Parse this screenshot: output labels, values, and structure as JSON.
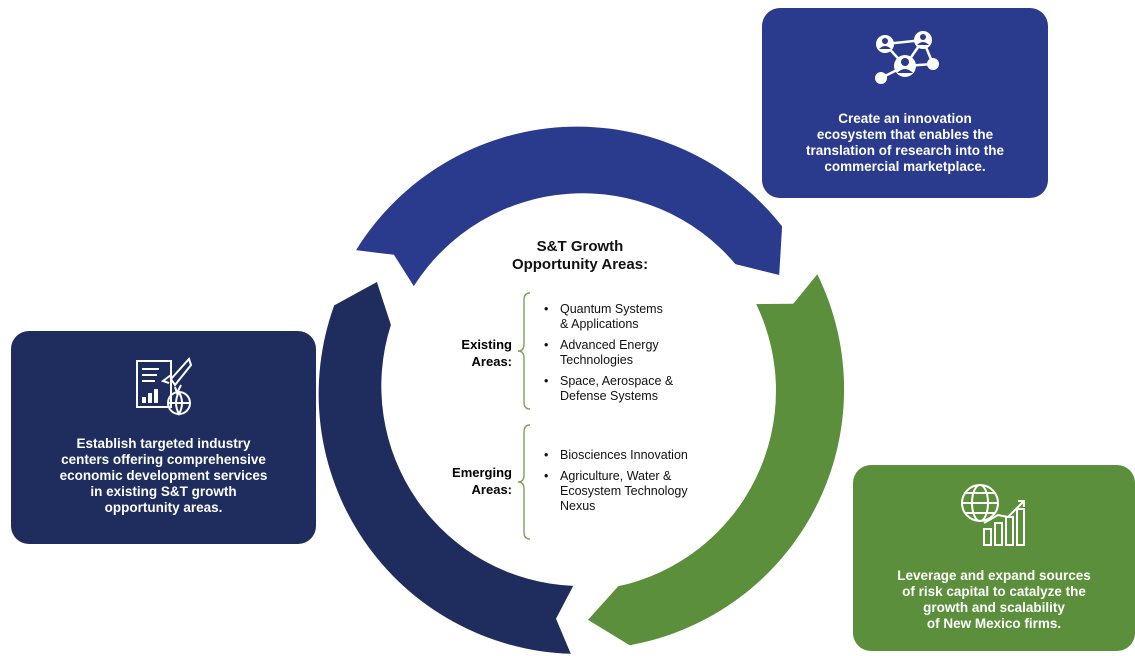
{
  "colors": {
    "navy": "#1e2c5e",
    "royal_blue": "#2a3a8c",
    "green": "#5c8f3b",
    "brace": "#7aa357"
  },
  "center": {
    "title": "S&T Growth\nOpportunity Areas:",
    "existing_label": "Existing\nAreas:",
    "existing_items": [
      "Quantum Systems\n& Applications",
      "Advanced Energy\nTechnologies",
      "Space, Aerospace &\nDefense Systems"
    ],
    "emerging_label": "Emerging\nAreas:",
    "emerging_items": [
      "Biosciences Innovation",
      "Agriculture, Water &\nEcosystem Technology\nNexus"
    ]
  },
  "boxes": {
    "top": {
      "icon": "network-people-icon",
      "text": "Create an innovation\necosystem that enables the\ntranslation of research into the\ncommercial marketplace."
    },
    "left": {
      "icon": "rocket-report-globe-icon",
      "text": "Establish targeted industry\ncenters offering comprehensive\neconomic development services\nin existing S&T growth\nopportunity areas."
    },
    "right": {
      "icon": "globe-growth-chart-icon",
      "text": "Leverage and expand sources\nof risk capital to catalyze the\ngrowth and scalability\nof New Mexico firms."
    }
  }
}
